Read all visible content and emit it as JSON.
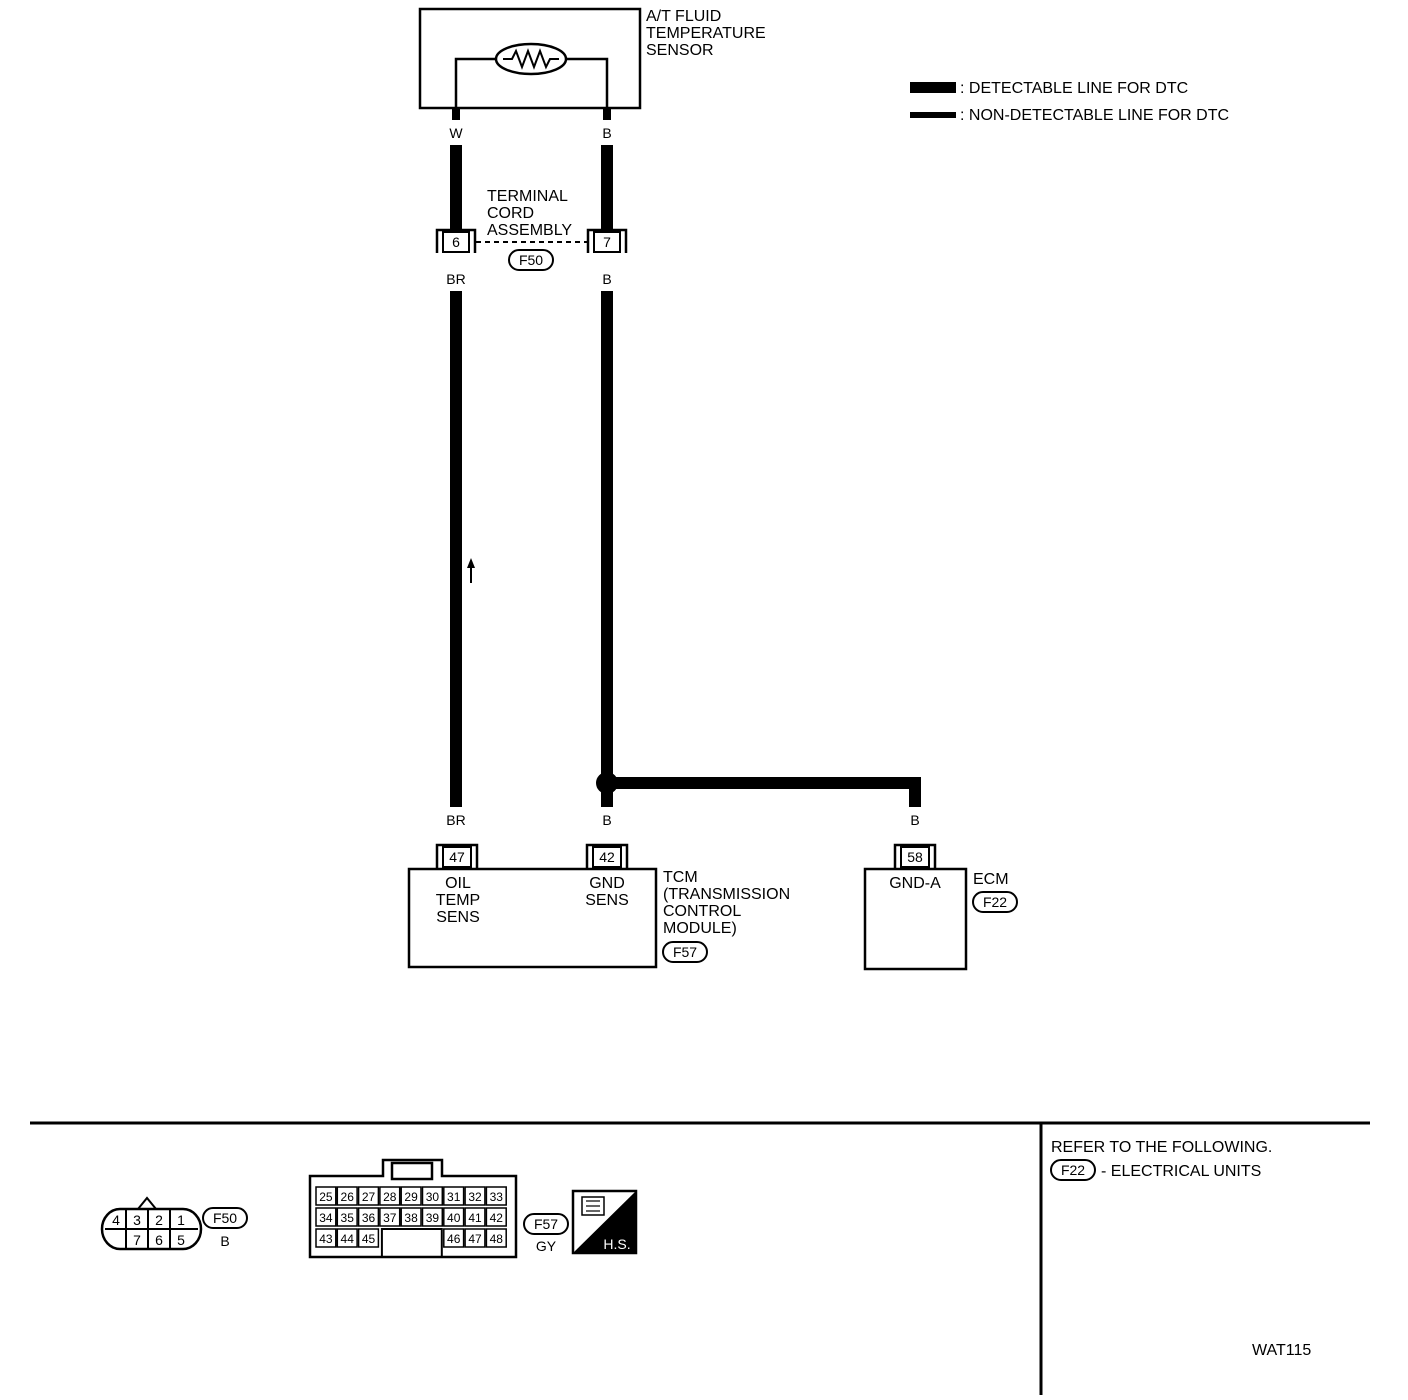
{
  "sensor": {
    "title_lines": [
      "A/T FLUID",
      "TEMPERATURE",
      "SENSOR"
    ],
    "wire_left": "W",
    "wire_right": "B"
  },
  "legend": {
    "detectable": ": DETECTABLE LINE FOR DTC",
    "non_detectable": ": NON-DETECTABLE LINE FOR DTC"
  },
  "terminal_cord": {
    "label_lines": [
      "TERMINAL",
      "CORD",
      "ASSEMBLY"
    ],
    "pin_left": "6",
    "pin_right": "7",
    "connector_id": "F50",
    "wire_left_below": "BR",
    "wire_right_below": "B"
  },
  "tcm": {
    "wire_left": "BR",
    "wire_right": "B",
    "pin_left": "47",
    "pin_right": "42",
    "pin_left_label_lines": [
      "OIL",
      "TEMP",
      "SENS"
    ],
    "pin_right_label_lines": [
      "GND",
      "SENS"
    ],
    "title_lines": [
      "TCM",
      "(TRANSMISSION",
      "CONTROL",
      "MODULE)"
    ],
    "connector_id": "F57"
  },
  "ecm": {
    "wire": "B",
    "pin": "58",
    "pin_label": "GND-A",
    "title": "ECM",
    "connector_id": "F22"
  },
  "footer": {
    "f50": {
      "id": "F50",
      "color": "B",
      "top_pins": [
        "4",
        "3",
        "2",
        "1"
      ],
      "bottom_pins": [
        "7",
        "6",
        "5"
      ]
    },
    "f57": {
      "id": "F57",
      "color": "GY",
      "row1": [
        "25",
        "26",
        "27",
        "28",
        "29",
        "30",
        "31",
        "32",
        "33"
      ],
      "row2": [
        "34",
        "35",
        "36",
        "37",
        "38",
        "39",
        "40",
        "41",
        "42"
      ],
      "row3_left": [
        "43",
        "44",
        "45"
      ],
      "row3_right": [
        "46",
        "47",
        "48"
      ]
    },
    "hs_label": "H.S.",
    "refer_title": "REFER TO THE FOLLOWING.",
    "refer_connector": "F22",
    "refer_text": "- ELECTRICAL UNITS",
    "figure_code": "WAT115"
  }
}
